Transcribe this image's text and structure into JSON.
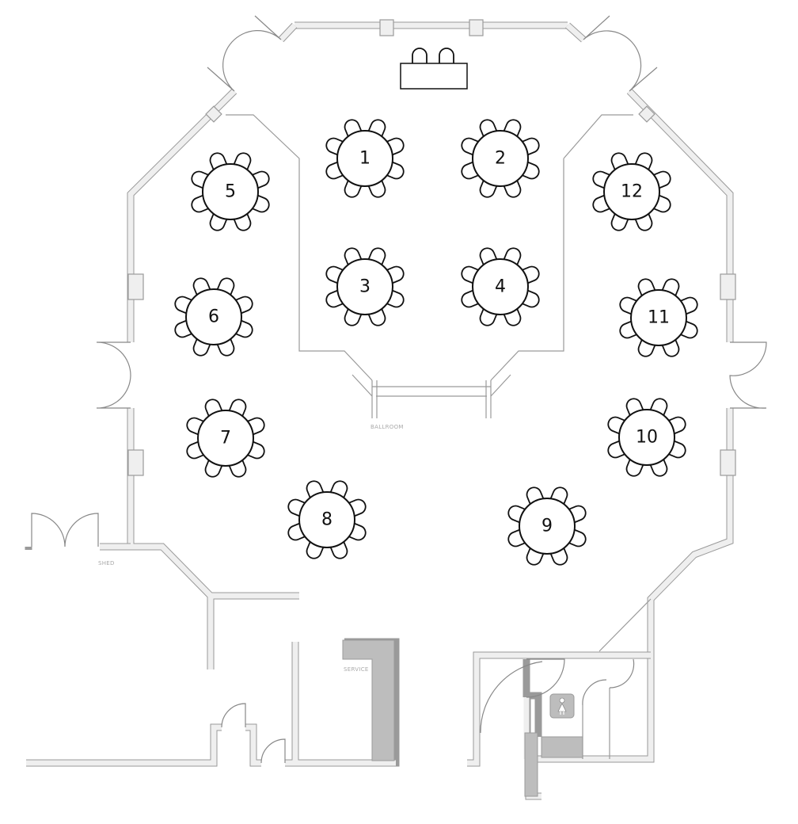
{
  "labels": {
    "ballroom": "BALLROOM",
    "shed": "SHED",
    "service": "SERVICE"
  },
  "icons": {
    "restroom": "restroom-female-icon",
    "head_table": "head-table-icon"
  },
  "tables": [
    {
      "number": "1",
      "seats": 8
    },
    {
      "number": "2",
      "seats": 8
    },
    {
      "number": "3",
      "seats": 8
    },
    {
      "number": "4",
      "seats": 8
    },
    {
      "number": "5",
      "seats": 8
    },
    {
      "number": "6",
      "seats": 8
    },
    {
      "number": "7",
      "seats": 8
    },
    {
      "number": "8",
      "seats": 8
    },
    {
      "number": "9",
      "seats": 8
    },
    {
      "number": "10",
      "seats": 8
    },
    {
      "number": "11",
      "seats": 8
    },
    {
      "number": "12",
      "seats": 8
    }
  ],
  "head_table": {
    "seats": 2
  },
  "colors": {
    "wall": "#9a9a9a",
    "wall_fill": "#efefef",
    "service": "#bdbdbd"
  }
}
